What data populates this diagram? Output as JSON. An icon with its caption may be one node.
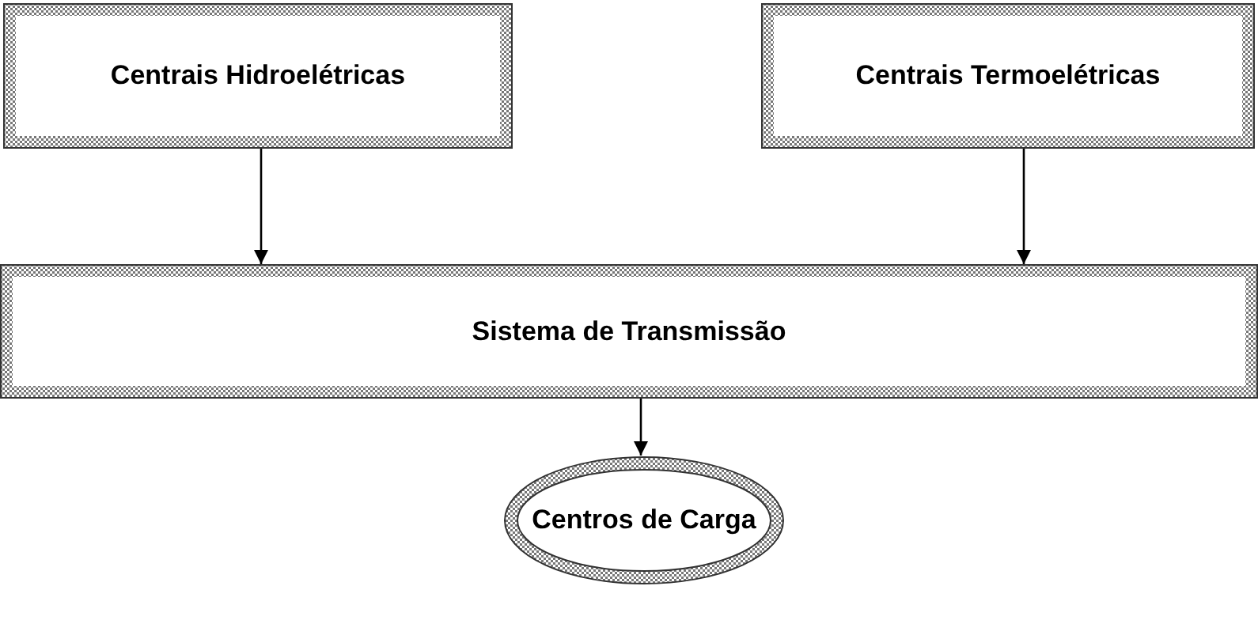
{
  "diagram": {
    "nodes": [
      {
        "text": [
          "Centrais Hidroelétricas"
        ]
      },
      {
        "text": [
          "Centrais Termoelétricas"
        ]
      },
      {
        "text": [
          "Sistema de Transmissão"
        ]
      },
      {
        "text": [
          "Centros de Carga"
        ]
      }
    ],
    "edges": [
      {
        "from": 0,
        "to": 2,
        "arrow": "to"
      },
      {
        "from": 1,
        "to": 2,
        "arrow": "to"
      },
      {
        "from": 2,
        "to": 3,
        "arrow": "to"
      }
    ]
  }
}
